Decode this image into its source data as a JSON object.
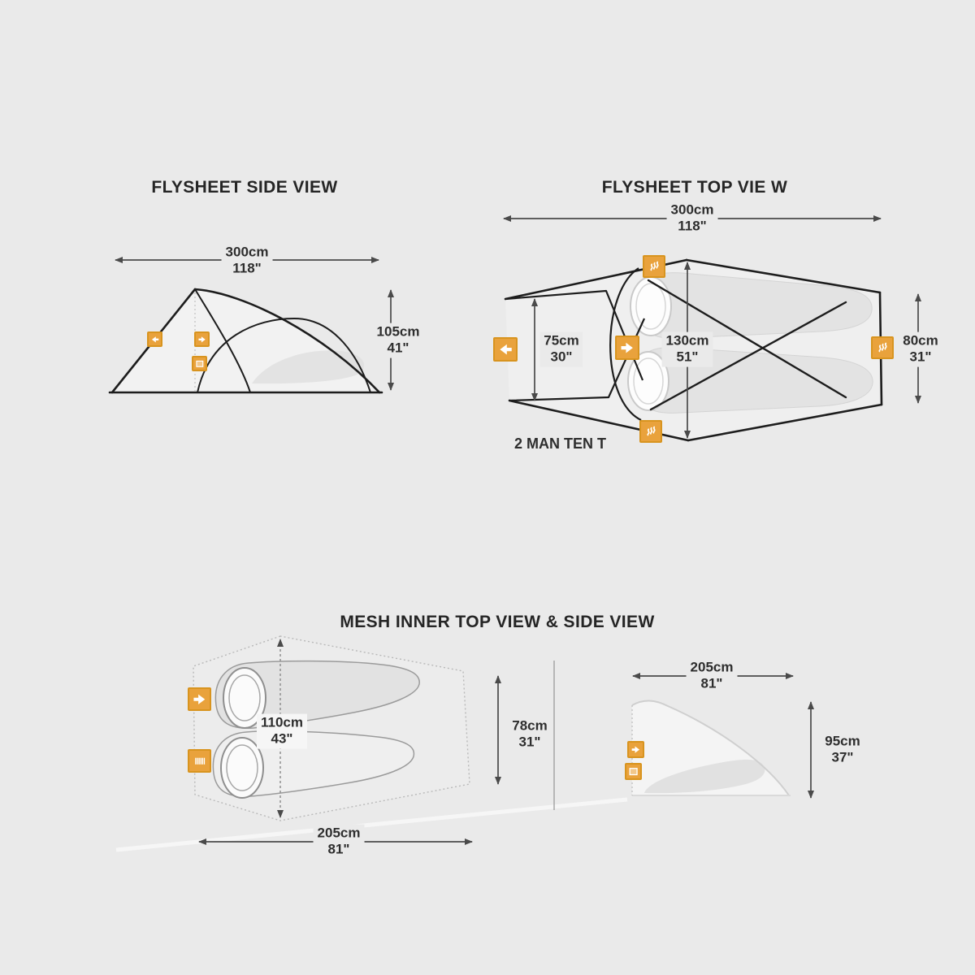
{
  "titles": {
    "flysheet_side": "FLYSHEET SIDE VIEW",
    "flysheet_top": "FLYSHEET TOP VIE W",
    "mesh_inner": "MESH INNER TOP VIEW & SIDE VIEW"
  },
  "captions": {
    "tent_type": "2 MAN TEN T"
  },
  "dims": {
    "fs_side_width": {
      "cm": "300cm",
      "in": "118\""
    },
    "fs_side_height": {
      "cm": "105cm",
      "in": "41\""
    },
    "fs_top_width": {
      "cm": "300cm",
      "in": "118\""
    },
    "fs_top_vestibule": {
      "cm": "75cm",
      "in": "30\""
    },
    "fs_top_inner": {
      "cm": "130cm",
      "in": "51\""
    },
    "fs_top_end": {
      "cm": "80cm",
      "in": "31\""
    },
    "mesh_width": {
      "cm": "110cm",
      "in": "43\""
    },
    "mesh_end_height": {
      "cm": "78cm",
      "in": "31\""
    },
    "mesh_length": {
      "cm": "205cm",
      "in": "81\""
    },
    "mesh_side_length": {
      "cm": "205cm",
      "in": "81\""
    },
    "mesh_side_height": {
      "cm": "95cm",
      "in": "37\""
    }
  },
  "icons": {
    "door_left": "arrow-left",
    "door_right": "arrow-right",
    "vent": "wavy-steam-lines",
    "window": "inner-square",
    "pocket": "vertical-stripes"
  },
  "colors": {
    "background": "#EAEAEA",
    "accent_orange": "#E9A23C",
    "icon_border": "#D8941F",
    "tent_line": "#1D1D1D",
    "dimension_line": "#4A4A4A",
    "text": "#2E2E2E"
  }
}
